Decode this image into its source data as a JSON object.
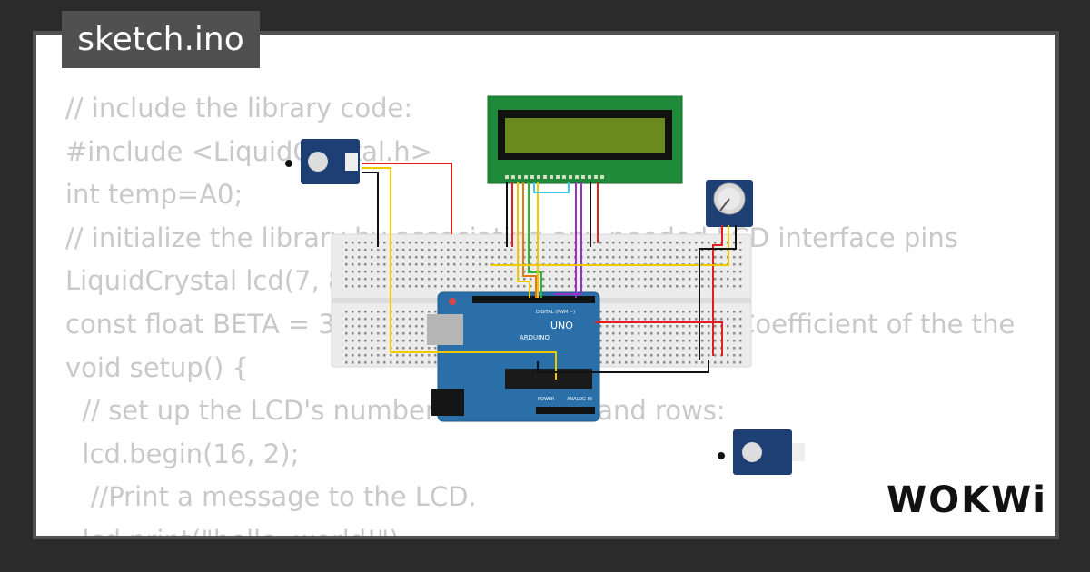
{
  "header": {
    "filename": "sketch.ino"
  },
  "code_lines": [
    "// include the library code:",
    "#include <LiquidCrystal.h>",
    "int temp=A0;",
    "// initialize the library by associating any needed LCD interface pins",
    "LiquidCrystal lcd(7, 8, 9, 10, 11, 12);",
    "const float BETA = 3950; // should match the Beta Coefficient of the the",
    "void setup() {",
    "  // set up the LCD's number of columns and rows:",
    "  lcd.begin(16, 2);",
    "   //Print a message to the LCD.",
    "  lcd.print(\"hello, world!\");"
  ],
  "branding": {
    "logo": "WOKWi"
  },
  "board": {
    "label_uno": "UNO",
    "label_arduino": "ARDUINO",
    "label_digital": "DIGITAL (PWM ~)",
    "label_power": "POWER",
    "label_analog": "ANALOG IN"
  },
  "colors": {
    "background": "#2b2b2b",
    "card": "#ffffff",
    "frame": "#505050",
    "code_text": "#c9c9c9",
    "board": "#2a6fa8",
    "lcd_pcb": "#1f8b3a",
    "lcd_screen": "#6b8a1e",
    "sensor": "#1e3f73"
  }
}
